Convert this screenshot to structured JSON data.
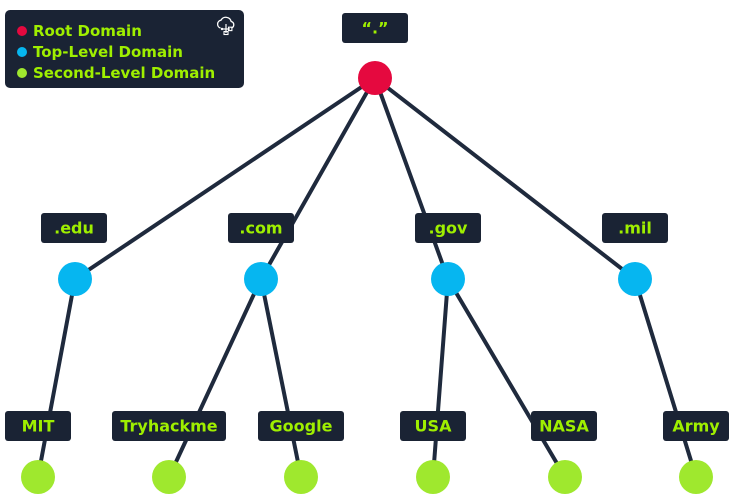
{
  "legend": {
    "items": [
      {
        "label": "Root Domain",
        "color": "#e5093f"
      },
      {
        "label": "Top-Level Domain",
        "color": "#06b6f0"
      },
      {
        "label": "Second-Level Domain",
        "color": "#9fe82e"
      }
    ],
    "icon": "cloud-network-icon"
  },
  "tree": {
    "root": {
      "label": "“.”",
      "color": "#e5093f"
    },
    "tlds": [
      {
        "id": "edu",
        "label": ".edu",
        "color": "#06b6f0",
        "children": [
          "mit"
        ]
      },
      {
        "id": "com",
        "label": ".com",
        "color": "#06b6f0",
        "children": [
          "tryhackme",
          "google"
        ]
      },
      {
        "id": "gov",
        "label": ".gov",
        "color": "#06b6f0",
        "children": [
          "usa",
          "nasa"
        ]
      },
      {
        "id": "mil",
        "label": ".mil",
        "color": "#06b6f0",
        "children": [
          "army"
        ]
      }
    ],
    "slds": [
      {
        "id": "mit",
        "label": "MIT",
        "color": "#9fe82e"
      },
      {
        "id": "tryhackme",
        "label": "Tryhackme",
        "color": "#9fe82e"
      },
      {
        "id": "google",
        "label": "Google",
        "color": "#9fe82e"
      },
      {
        "id": "usa",
        "label": "USA",
        "color": "#9fe82e"
      },
      {
        "id": "nasa",
        "label": "NASA",
        "color": "#9fe82e"
      },
      {
        "id": "army",
        "label": "Army",
        "color": "#9fe82e"
      }
    ]
  }
}
